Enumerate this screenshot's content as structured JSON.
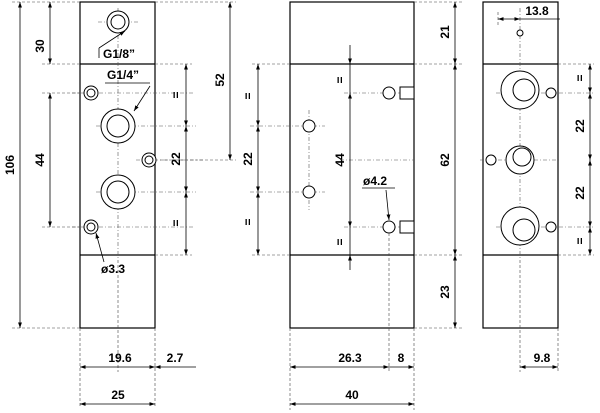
{
  "views": {
    "front": {
      "dim_top": "30",
      "dim_height": "106",
      "dim_mid": "44",
      "dim_port_pitch": "52",
      "dim_pitch": "22",
      "eq_a": "=",
      "eq_b": "=",
      "port_small": "G1/8”",
      "port_large": "G1/4”",
      "hole_dia": "ø3.3",
      "dim_offset": "19.6",
      "dim_edge": "2.7",
      "dim_width": "25"
    },
    "side": {
      "dim_top": "21",
      "dim_mid": "44",
      "dim_pitch": "22",
      "dim_body": "62",
      "dim_bottom": "23",
      "eq_a": "=",
      "eq_b": "=",
      "eq_c": "=",
      "eq_d": "=",
      "hole_dia": "ø4.2",
      "dim_offset": "26.3",
      "dim_edge": "8",
      "dim_width": "40"
    },
    "back": {
      "dim_top_width": "13.8",
      "dim_pitch_a": "22",
      "dim_pitch_b": "22",
      "eq_a": "=",
      "eq_b": "=",
      "dim_bottom_width": "9.8"
    }
  }
}
